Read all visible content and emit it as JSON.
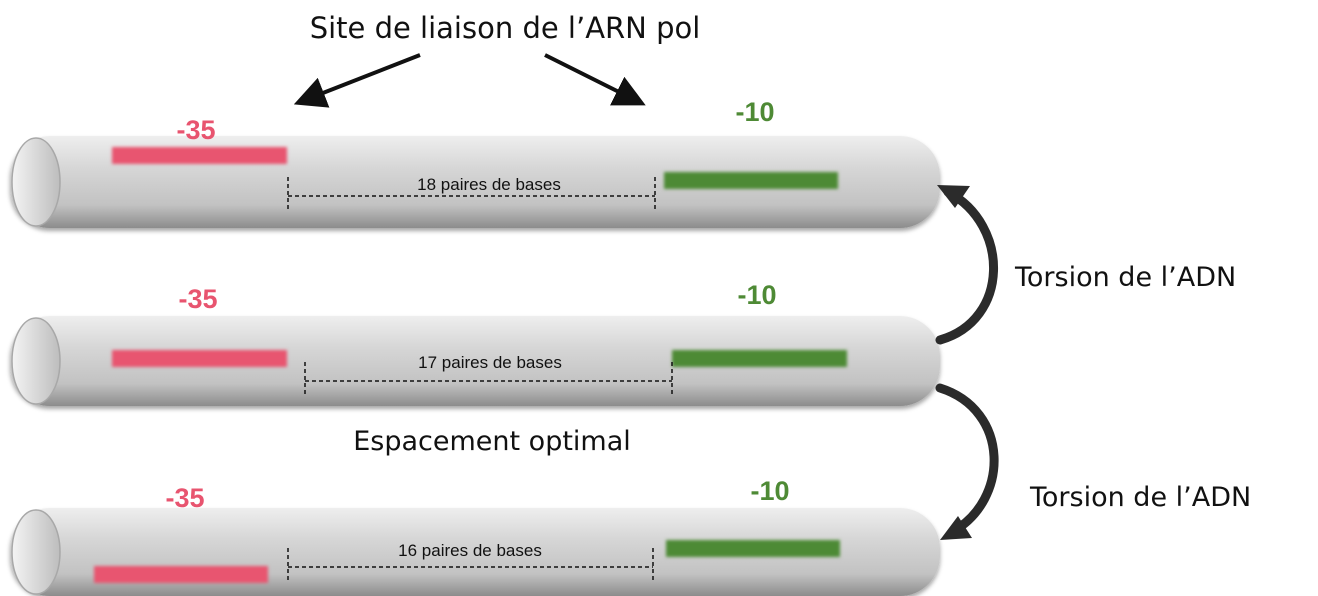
{
  "title": "Site de liaison de l’ARN pol",
  "optimal_label": "Espacement optimal",
  "twist_labels": [
    "Torsion de l’ADN",
    "Torsion de l’ADN"
  ],
  "colors": {
    "minus35": "#e8546f",
    "minus10": "#4e8a35",
    "tube": "#c9c9c9"
  },
  "rows": [
    {
      "minus35_label": "-35",
      "minus10_label": "-10",
      "spacing_label": "18 paires de bases"
    },
    {
      "minus35_label": "-35",
      "minus10_label": "-10",
      "spacing_label": "17 paires de bases"
    },
    {
      "minus35_label": "-35",
      "minus10_label": "-10",
      "spacing_label": "16 paires de bases"
    }
  ]
}
